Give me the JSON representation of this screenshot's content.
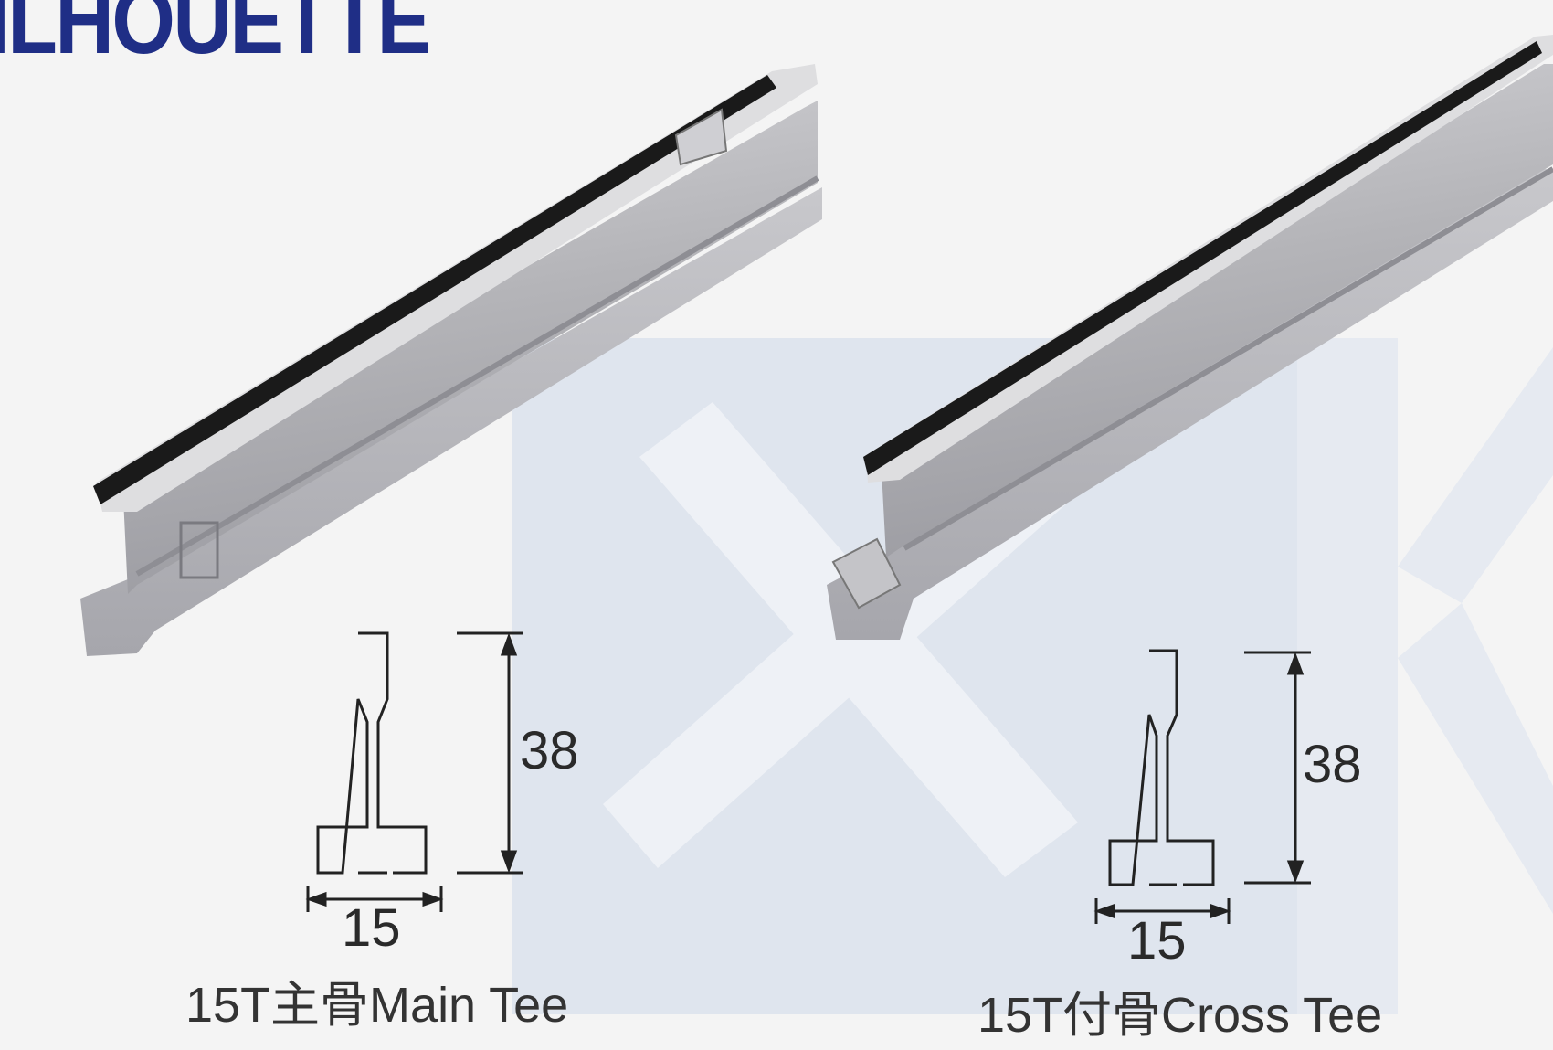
{
  "header": {
    "title": "ILHOUETTE"
  },
  "main_tee": {
    "height_label": "38",
    "width_label": "15",
    "caption": "15T主骨Main Tee"
  },
  "cross_tee": {
    "height_label": "38",
    "width_label": "15",
    "caption": "15T付骨Cross Tee"
  },
  "colors": {
    "title": "#1f2e86",
    "background": "#f4f4f4",
    "watermark": "#dfe5ee",
    "rail_face": "#b8b8bc",
    "rail_top": "#1a1a1a",
    "line": "#222222"
  }
}
